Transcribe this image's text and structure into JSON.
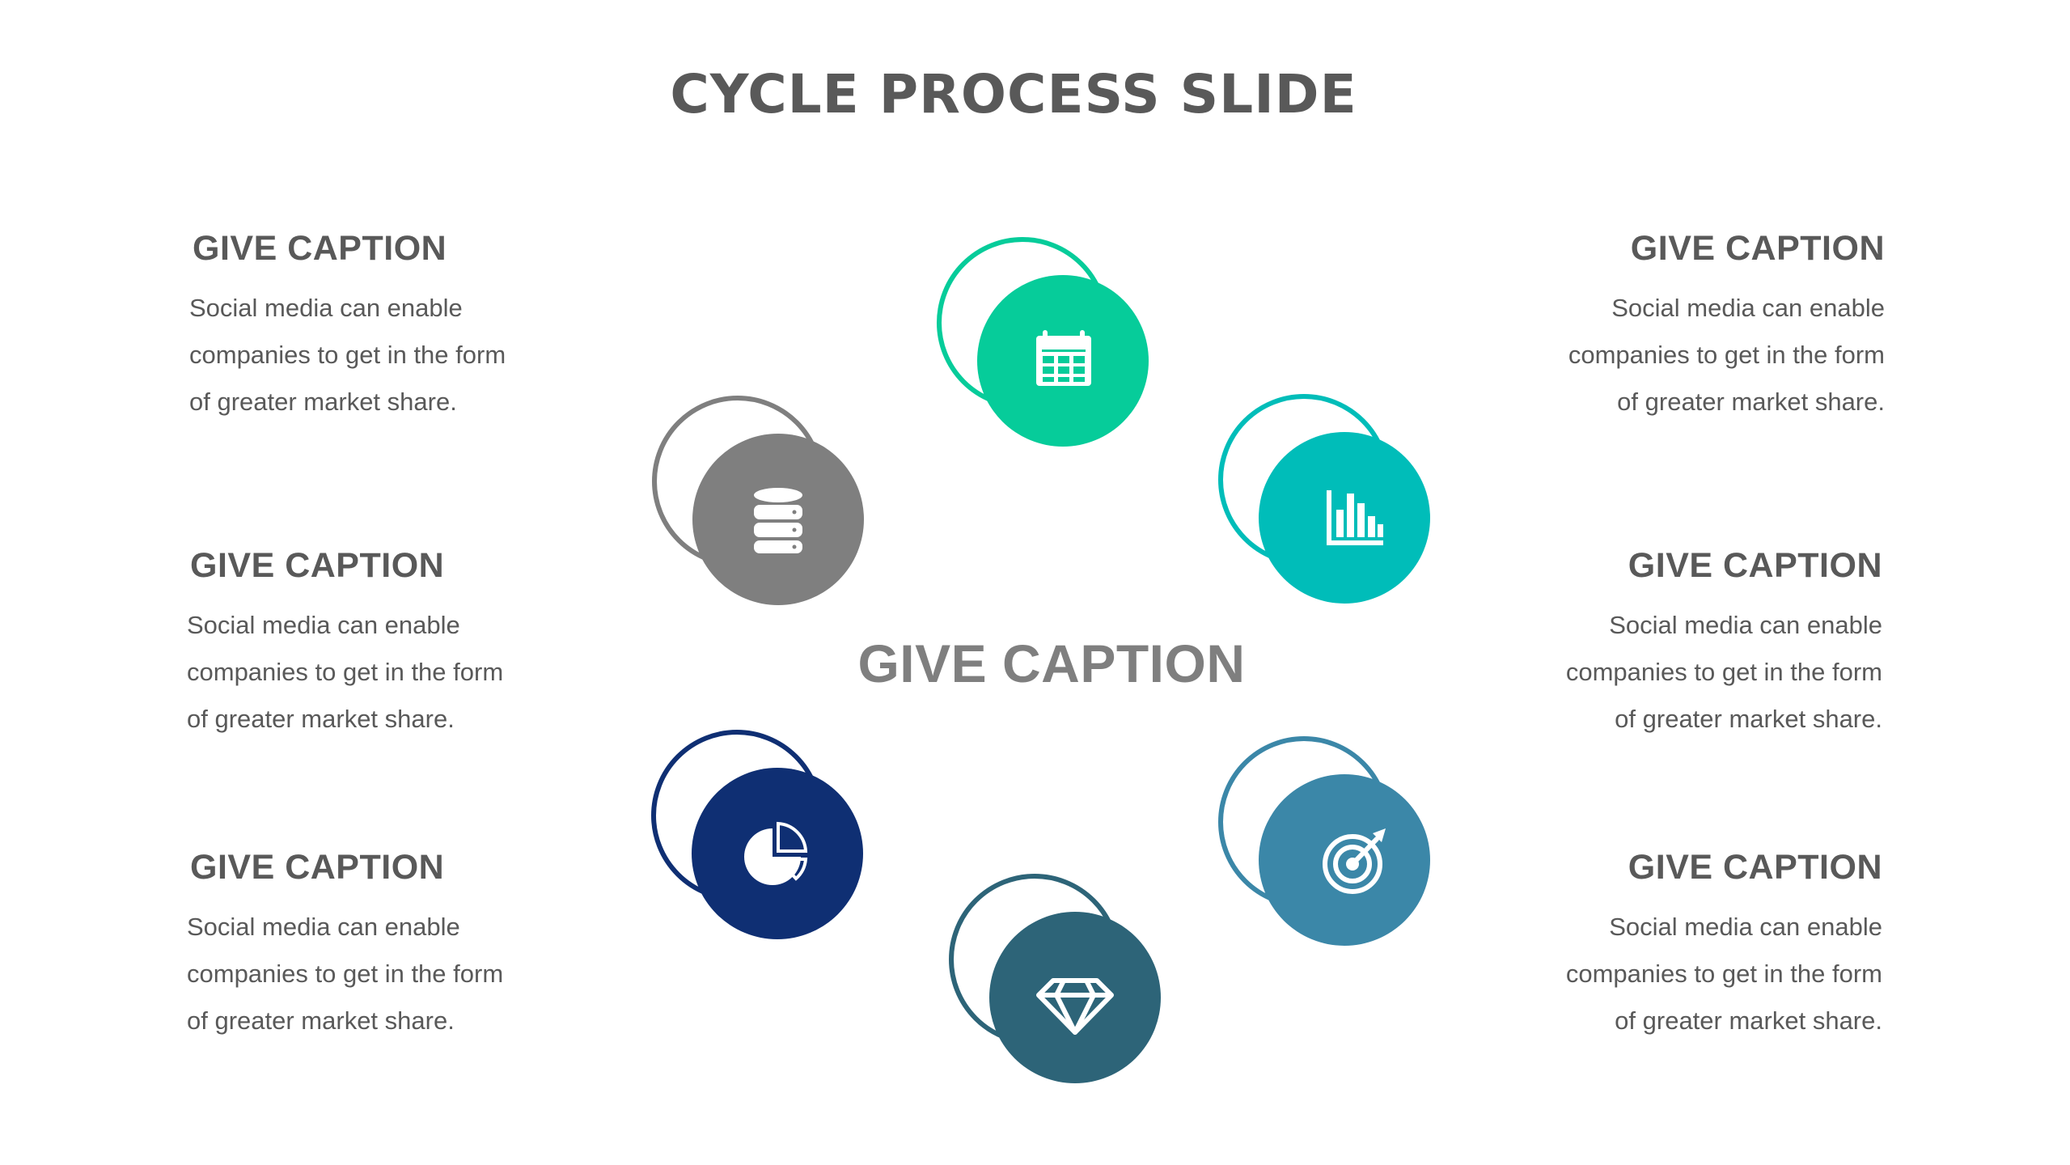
{
  "slide": {
    "title": "CYCLE PROCESS SLIDE",
    "center_caption": "GIVE CAPTION"
  },
  "captions": [
    {
      "heading": "GIVE CAPTION",
      "lines": [
        "Social media can enable",
        "companies to get in the form",
        "of greater market share."
      ]
    },
    {
      "heading": "GIVE CAPTION",
      "lines": [
        "Social media can enable",
        "companies to get in the form",
        "of greater market share."
      ]
    },
    {
      "heading": "GIVE CAPTION",
      "lines": [
        "Social media can enable",
        "companies to get in the form",
        "of greater market share."
      ]
    },
    {
      "heading": "GIVE CAPTION",
      "lines": [
        "Social media can enable",
        "companies to get in the form",
        "of greater market share."
      ]
    },
    {
      "heading": "GIVE CAPTION",
      "lines": [
        "Social media can enable",
        "companies to get in the form",
        "of greater market share."
      ]
    },
    {
      "heading": "GIVE CAPTION",
      "lines": [
        "Social media can enable",
        "companies to get in the form",
        "of greater market share."
      ]
    }
  ],
  "nodes": [
    {
      "icon": "calendar-icon",
      "color": "#06cc9a"
    },
    {
      "icon": "bar-chart-icon",
      "color": "#00bdb9"
    },
    {
      "icon": "target-icon",
      "color": "#3b87a8"
    },
    {
      "icon": "diamond-icon",
      "color": "#2d6478"
    },
    {
      "icon": "pie-chart-icon",
      "color": "#0f2f73"
    },
    {
      "icon": "database-icon",
      "color": "#7f7f7f"
    }
  ]
}
